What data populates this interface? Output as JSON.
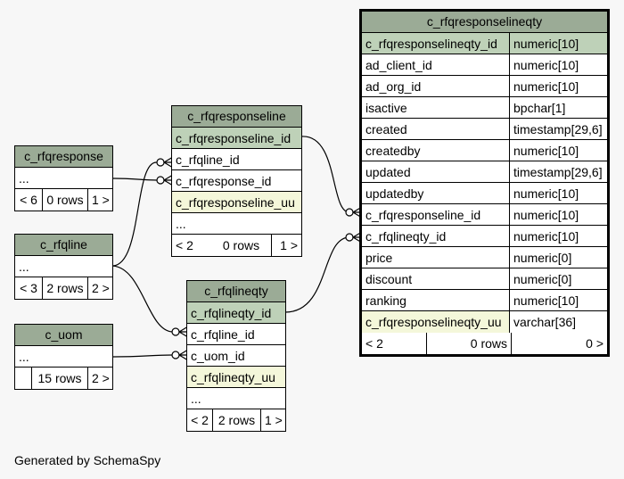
{
  "tables": {
    "c_rfqresponse": {
      "title": "c_rfqresponse",
      "rows": [
        "..."
      ],
      "footer": [
        "< 6",
        "0 rows",
        "1 >"
      ]
    },
    "c_rfqline": {
      "title": "c_rfqline",
      "rows": [
        "..."
      ],
      "footer": [
        "< 3",
        "2 rows",
        "2 >"
      ]
    },
    "c_uom": {
      "title": "c_uom",
      "rows": [
        "..."
      ],
      "footer": [
        "",
        "15 rows",
        "2 >"
      ]
    },
    "c_rfqresponseline": {
      "title": "c_rfqresponseline",
      "rows": [
        "c_rfqresponseline_id",
        "c_rfqline_id",
        "c_rfqresponse_id",
        "c_rfqresponseline_uu",
        "..."
      ],
      "footer": [
        "< 2",
        "0 rows",
        "1 >"
      ]
    },
    "c_rfqlineqty": {
      "title": "c_rfqlineqty",
      "rows": [
        "c_rfqlineqty_id",
        "c_rfqline_id",
        "c_uom_id",
        "c_rfqlineqty_uu",
        "..."
      ],
      "footer": [
        "< 2",
        "2 rows",
        "1 >"
      ]
    },
    "c_rfqresponselineqty": {
      "title": "c_rfqresponselineqty",
      "columns": [
        {
          "name": "c_rfqresponselineqty_id",
          "type": "numeric[10]"
        },
        {
          "name": "ad_client_id",
          "type": "numeric[10]"
        },
        {
          "name": "ad_org_id",
          "type": "numeric[10]"
        },
        {
          "name": "isactive",
          "type": "bpchar[1]"
        },
        {
          "name": "created",
          "type": "timestamp[29,6]"
        },
        {
          "name": "createdby",
          "type": "numeric[10]"
        },
        {
          "name": "updated",
          "type": "timestamp[29,6]"
        },
        {
          "name": "updatedby",
          "type": "numeric[10]"
        },
        {
          "name": "c_rfqresponseline_id",
          "type": "numeric[10]"
        },
        {
          "name": "c_rfqlineqty_id",
          "type": "numeric[10]"
        },
        {
          "name": "price",
          "type": "numeric[0]"
        },
        {
          "name": "discount",
          "type": "numeric[0]"
        },
        {
          "name": "ranking",
          "type": "numeric[10]"
        },
        {
          "name": "c_rfqresponselineqty_uu",
          "type": "varchar[36]"
        }
      ],
      "footer": [
        "< 2",
        "0 rows",
        "0 >"
      ]
    }
  },
  "generated_by": "Generated by SchemaSpy"
}
